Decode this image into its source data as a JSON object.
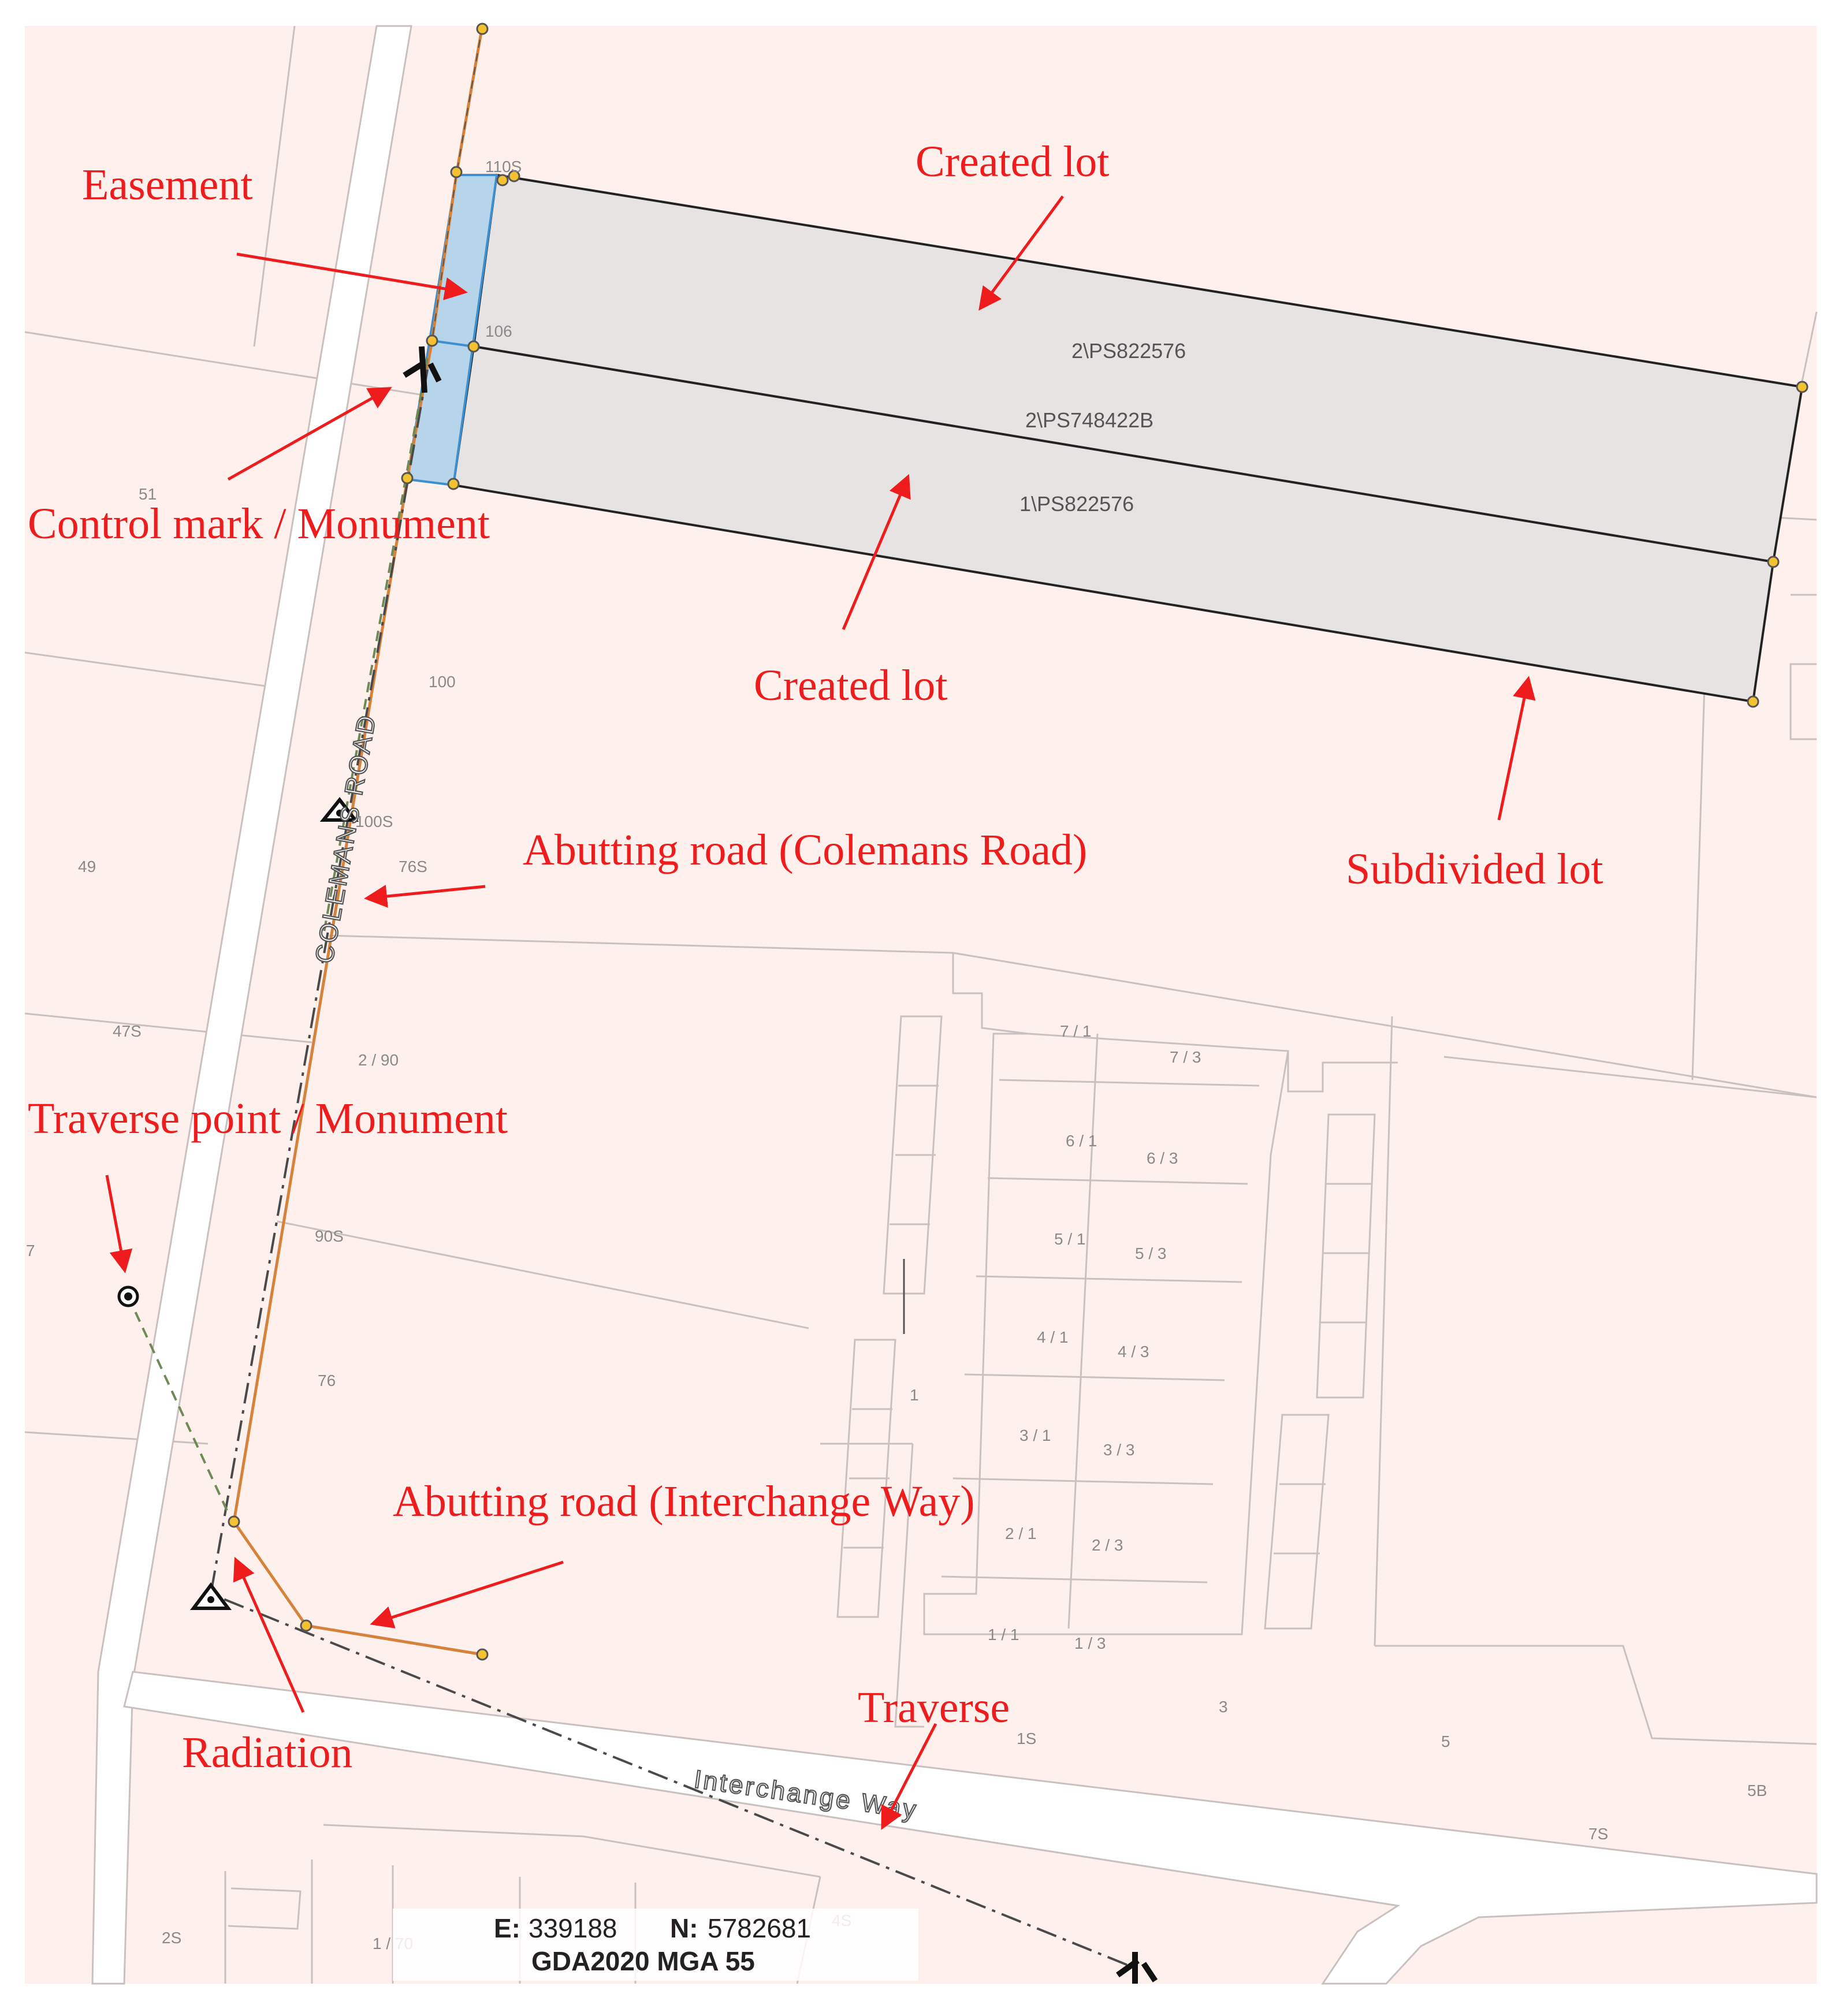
{
  "annotations": {
    "easement": "Easement",
    "created_lot_top": "Created lot",
    "control_mark": "Control mark / Monument",
    "created_lot_bottom": "Created lot",
    "abutting_colemans": "Abutting road (Colemans Road)",
    "subdivided_lot": "Subdivided lot",
    "traverse_point": "Traverse point / Monument",
    "abutting_interchange": "Abutting road (Interchange Way)",
    "radiation": "Radiation",
    "traverse": "Traverse"
  },
  "parcels": {
    "lot_top": "2\\PS822576",
    "lot_middle": "2\\PS748422B",
    "lot_bottom": "1\\PS822576"
  },
  "roads": {
    "colemans": "COLEMANS ROAD",
    "interchange": "Interchange Way"
  },
  "lot_numbers": {
    "n110s": "110S",
    "n106": "106",
    "n51": "51",
    "n100": "100",
    "n100s": "100S",
    "n76s": "76S",
    "n49": "49",
    "n47s": "47S",
    "n2_90": "2 / 90",
    "n90s": "90S",
    "n76": "76",
    "n7": "7",
    "n7_1": "7 / 1",
    "n7_3": "7 / 3",
    "n6_1": "6 / 1",
    "n6_3": "6 / 3",
    "n5_1": "5 / 1",
    "n5_3": "5 / 3",
    "n4_1": "4 / 1",
    "n4_3": "4 / 3",
    "n1": "1",
    "n3_1": "3 / 1",
    "n3_3": "3 / 3",
    "n2_1": "2 / 1",
    "n2_3": "2 / 3",
    "n1_1": "1 / 1",
    "n1_3": "1 / 3",
    "n3": "3",
    "n1s": "1S",
    "n5": "5",
    "n5b": "5B",
    "n7s": "7S",
    "n2s": "2S",
    "n1_70": "1 / 70",
    "n4s": "4S"
  },
  "coordinates": {
    "e_label": "E:",
    "e_value": "339188",
    "n_label": "N:",
    "n_value": "5782681",
    "datum": "GDA2020 MGA 55"
  },
  "colors": {
    "background": "#fdf0ed",
    "road": "#ffffff",
    "lot_fill": "#e6e3e2",
    "easement_fill": "#b7d5ea",
    "annotation": "#ee1c1c",
    "boundary_line": "#d6823a",
    "vertex": "#f4c230",
    "traverse_line": "#4a4a4a",
    "radiation_line": "#6d8a57"
  }
}
